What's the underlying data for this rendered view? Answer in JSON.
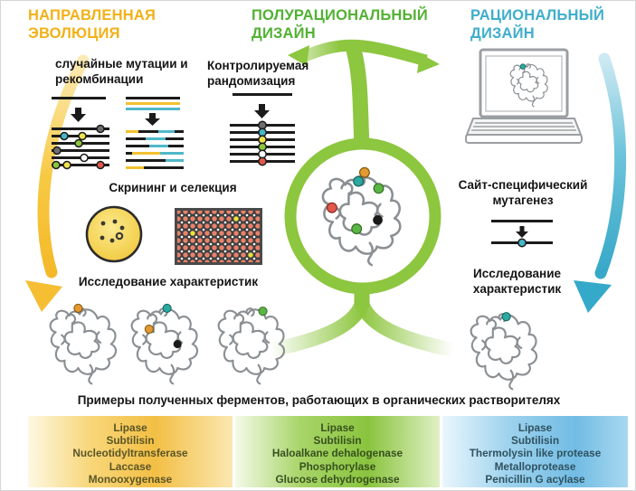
{
  "columns": {
    "directed_evolution": {
      "title": "НАПРАВЛЕННАЯ\nЭВОЛЮЦИЯ",
      "mutation_label": "случайные мутации и рекомбинации",
      "screening_label": "Скрининг и селекция",
      "characterization_label": "Исследование характеристик"
    },
    "semi_rational": {
      "title": "ПОЛУРАЦИОНАЛЬНЫЙ\nДИЗАЙН",
      "randomization_label": "Контролируемая рандомизация"
    },
    "rational": {
      "title": "РАЦИОНАЛЬНЫЙ\nДИЗАЙН",
      "mutagenesis_label": "Сайт-специфический мутагенез",
      "characterization_label": "Исследование характеристик"
    }
  },
  "examples": {
    "title": "Примеры полученных ферментов, работающих в органических растворителях",
    "directed_evolution_enzymes": [
      "Lipase",
      "Subtilisin",
      "Nucleotidyltransferase",
      "Laccase",
      "Monooxygenase"
    ],
    "semi_rational_enzymes": [
      "Lipase",
      "Subtilisin",
      "Haloalkane dehalogenase",
      "Phosphorylase",
      "Glucose dehydrogenase"
    ],
    "rational_enzymes": [
      "Lipase",
      "Subtilisin",
      "Thermolysin like protease",
      "Metalloprotease",
      "Penicillin G acylase"
    ]
  },
  "colors": {
    "directed_accent": "#F2B118",
    "semi_accent": "#8DC63F",
    "semi_title": "#52B133",
    "rational_accent": "#3FAECC",
    "mutation_red": "#E2574C",
    "mutation_teal": "#45B8C8",
    "mutation_yellow": "#EFE34F",
    "mutation_green": "#8CC63F",
    "mutation_orange": "#E3992F",
    "well_color": "#E8826B"
  }
}
